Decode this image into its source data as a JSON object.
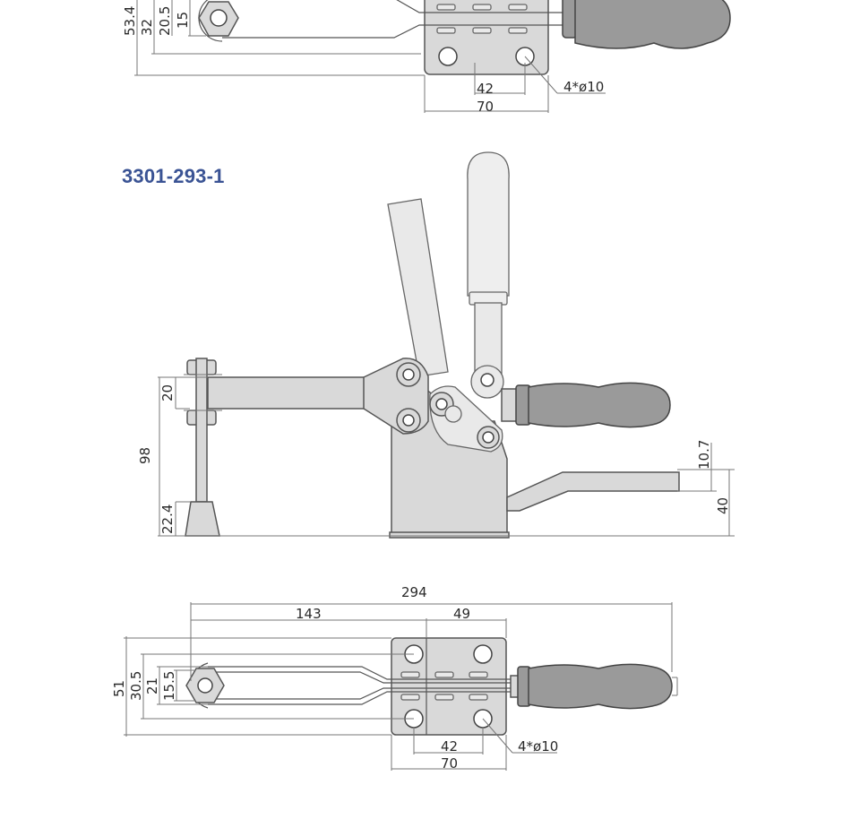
{
  "model": {
    "title": "3301-293-1"
  },
  "top_view_partial": {
    "dims": {
      "d53_4": "53.4",
      "d32": "32",
      "d20_5": "20.5",
      "d15": "15",
      "d42": "42",
      "d70": "70",
      "holes": "4*ø10"
    }
  },
  "side_view": {
    "dims": {
      "d20": "20",
      "d98": "98",
      "d22_4": "22.4",
      "d10_7": "10.7",
      "d40": "40"
    }
  },
  "top_view": {
    "dims": {
      "d294": "294",
      "d143": "143",
      "d49": "49",
      "d51": "51",
      "d30_5": "30.5",
      "d21": "21",
      "d15_5": "15.5",
      "d42": "42",
      "d70": "70",
      "holes": "4*ø10"
    }
  },
  "colors": {
    "title": "#3a5394",
    "part_fill": "#d9d9d9",
    "grip_fill": "#9a9a9a",
    "outline": "#555555"
  }
}
